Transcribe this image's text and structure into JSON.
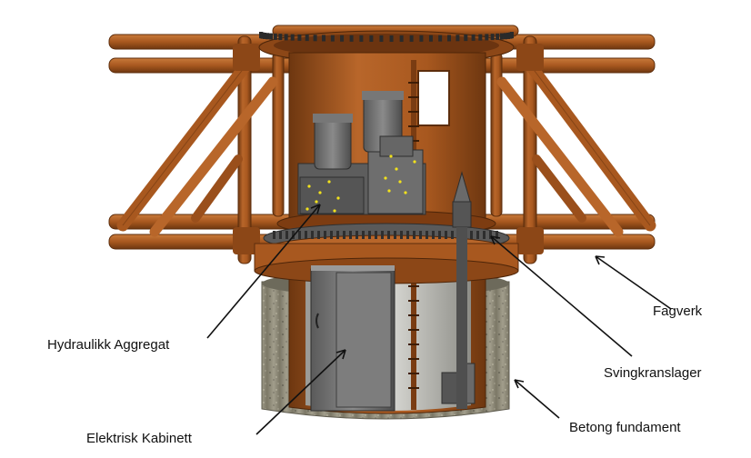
{
  "labels": {
    "hydraulic_unit": "Hydraulikk Aggregat",
    "electrical_cabinet": "Elektrisk Kabinett",
    "truss": "Fagverk",
    "slewing_bearing": "Svingkranslager",
    "concrete_foundation": "Betong fundament"
  },
  "colors": {
    "steel_rust": "#a8581f",
    "steel_rust_dark": "#6e3710",
    "steel_rust_light": "#c97a3a",
    "concrete": "#8f8b7a",
    "machinery_gray": "#6d6d6d",
    "machinery_dark": "#4a4a4a",
    "highlight_yellow": "#f2e21c",
    "arrow": "#111111"
  }
}
